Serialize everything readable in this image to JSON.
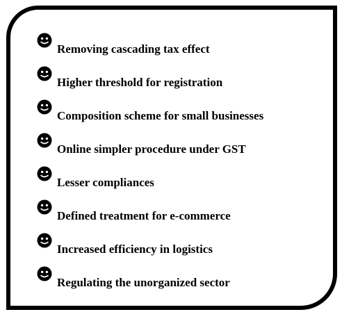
{
  "items": [
    {
      "icon": "smiley-face-icon",
      "label": "Removing cascading tax effect"
    },
    {
      "icon": "smiley-face-icon",
      "label": "Higher threshold for registration"
    },
    {
      "icon": "smiley-face-icon",
      "label": "Composition scheme for small businesses"
    },
    {
      "icon": "smiley-face-icon",
      "label": "Online simpler procedure under GST"
    },
    {
      "icon": "smiley-face-icon",
      "label": "Lesser compliances"
    },
    {
      "icon": "smiley-face-icon",
      "label": "Defined treatment for e-commerce"
    },
    {
      "icon": "smiley-face-icon",
      "label": "Increased efficiency in logistics"
    },
    {
      "icon": "smiley-face-icon",
      "label": "Regulating the unorganized sector"
    }
  ],
  "colors": {
    "border": "#000000",
    "text": "#000000",
    "background": "#ffffff"
  }
}
